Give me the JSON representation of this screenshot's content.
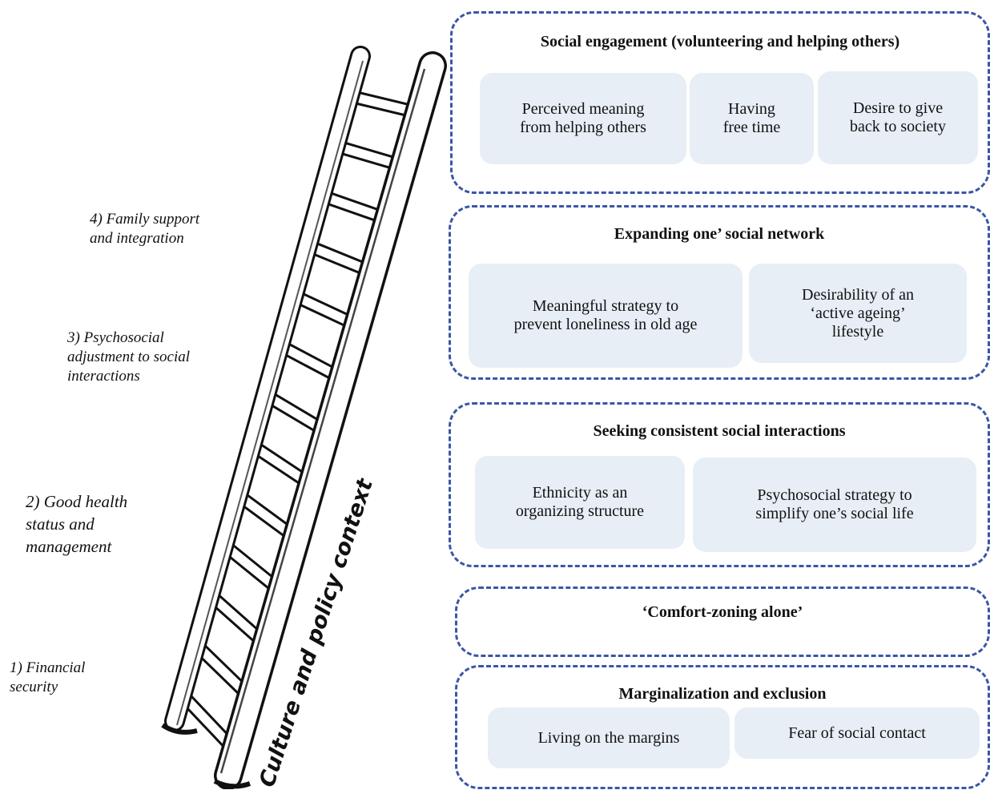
{
  "ladder": {
    "context_label": "Culture and policy context",
    "levels": [
      "1) Financial\nsecurity",
      "2) Good health\nstatus and\nmanagement",
      "3) Psychosocial\nadjustment to social\ninteractions",
      "4) Family support\nand integration"
    ]
  },
  "groups": [
    {
      "title": "Social engagement (volunteering and helping others)",
      "themes": [
        "Perceived meaning\nfrom helping others",
        "Having\nfree time",
        "Desire to give\nback to society"
      ]
    },
    {
      "title": "Expanding one’ social network",
      "themes": [
        "Meaningful strategy to\nprevent loneliness in old age",
        "Desirability of an\n‘active ageing’\nlifestyle"
      ]
    },
    {
      "title": "Seeking consistent social interactions",
      "themes": [
        "Ethnicity as an\norganizing structure",
        "Psychosocial strategy to\nsimplify one’s social life"
      ]
    },
    {
      "title": "‘Comfort-zoning alone’",
      "themes": []
    },
    {
      "title": "Marginalization and exclusion",
      "themes": [
        "Living on the margins",
        "Fear of social contact"
      ]
    }
  ],
  "colors": {
    "dash_border": "#3a56a6",
    "theme_fill": "#e7eef5"
  }
}
